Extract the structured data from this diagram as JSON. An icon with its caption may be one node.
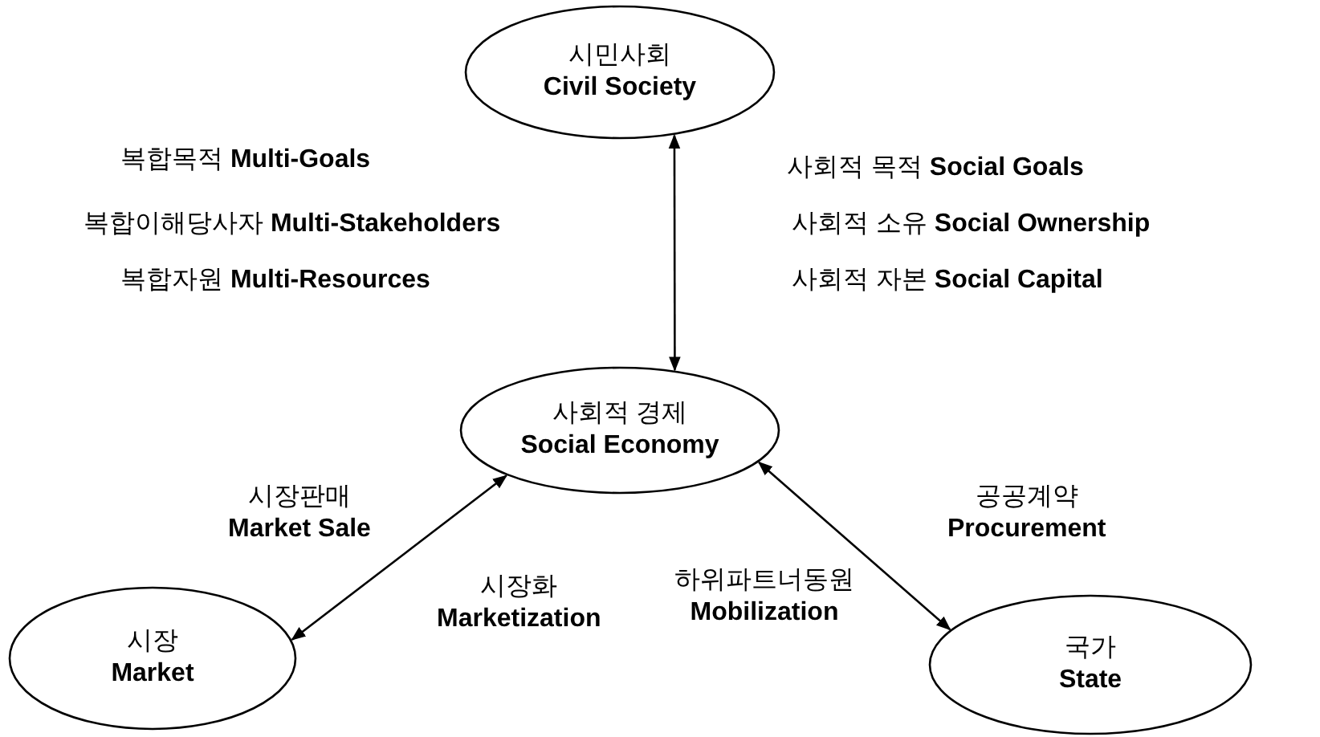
{
  "diagram": {
    "nodes": [
      {
        "text": [
          "시민사회",
          "Civil Society"
        ]
      },
      {
        "text": [
          "사회적 경제",
          "Social Economy"
        ]
      },
      {
        "text": [
          "시장",
          "Market"
        ]
      },
      {
        "text": [
          "국가",
          "State"
        ]
      }
    ],
    "edges": [
      {
        "from": 0,
        "to": 1,
        "arrow": "both"
      },
      {
        "from": 1,
        "to": 2,
        "arrow": "both"
      },
      {
        "from": 1,
        "to": 3,
        "arrow": "both"
      }
    ],
    "labels": [
      "복합목적 **Multi-Goals**",
      "사회적 목적 **Social Goals**",
      "복합이해당사자 **Multi-Stakeholders**",
      "사회적 소유 **Social Ownership**",
      "복합자원 **Multi-Resources**",
      "사회적 자본 **Social Capital**",
      "시장판매 **Market Sale**",
      "공공계약 **Procurement**",
      "시장화 **Marketization**",
      "하위파트너동원 **Mobilization**"
    ]
  }
}
